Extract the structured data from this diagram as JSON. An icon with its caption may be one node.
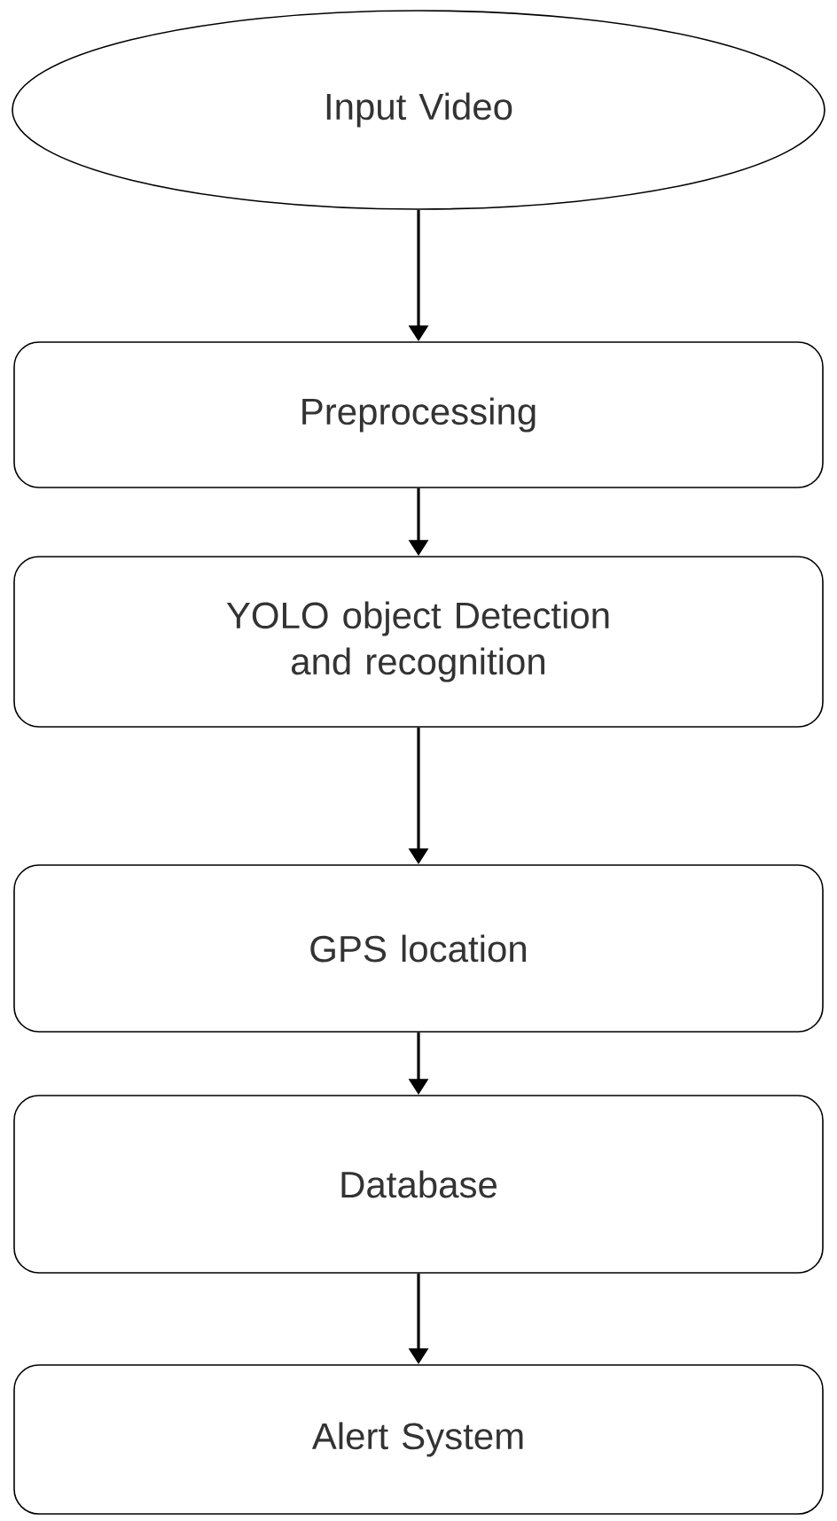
{
  "diagram": {
    "nodes": [
      {
        "text": [
          "Input Video"
        ]
      },
      {
        "text": [
          "Preprocessing"
        ]
      },
      {
        "text": [
          "YOLO object Detection and recognition"
        ]
      },
      {
        "text": [
          "GPS location"
        ]
      },
      {
        "text": [
          "Database"
        ]
      },
      {
        "text": [
          "Alert System"
        ]
      }
    ],
    "edges": [
      {
        "from": 0,
        "to": 1,
        "arrow": "to"
      },
      {
        "from": 1,
        "to": 2,
        "arrow": "to"
      },
      {
        "from": 2,
        "to": 3,
        "arrow": "to"
      },
      {
        "from": 3,
        "to": 4,
        "arrow": "to"
      },
      {
        "from": 4,
        "to": 5,
        "arrow": "to"
      }
    ]
  }
}
